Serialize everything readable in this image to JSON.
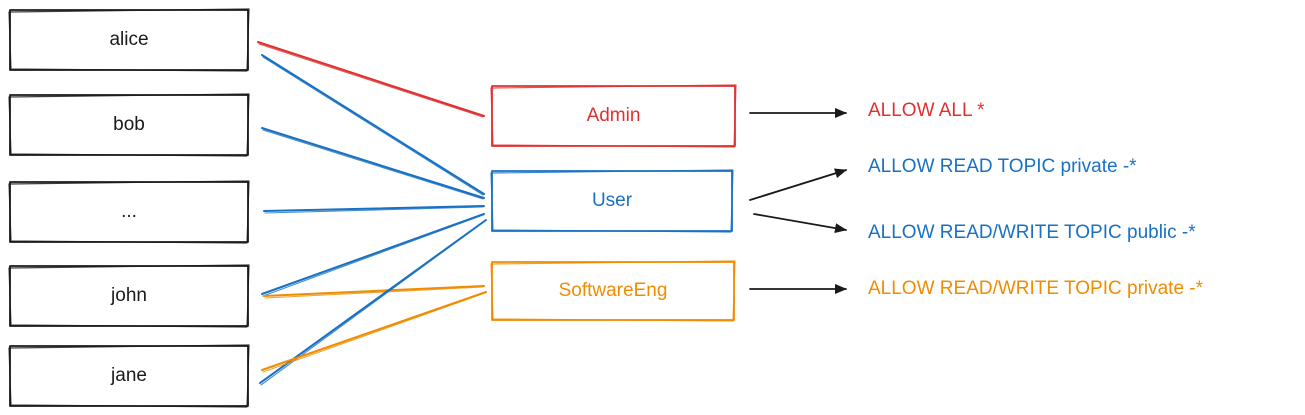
{
  "colors": {
    "user_box": "#1a1a1a",
    "admin": "#e03131",
    "user_group": "#1971c2",
    "software_eng": "#f08c00",
    "arrow": "#1a1a1a"
  },
  "users": [
    {
      "id": "alice",
      "label": "alice"
    },
    {
      "id": "bob",
      "label": "bob"
    },
    {
      "id": "ellipsis",
      "label": "..."
    },
    {
      "id": "john",
      "label": "john"
    },
    {
      "id": "jane",
      "label": "jane"
    }
  ],
  "groups": [
    {
      "id": "admin",
      "label": "Admin",
      "color": "#e03131"
    },
    {
      "id": "user",
      "label": "User",
      "color": "#1971c2"
    },
    {
      "id": "softwareeng",
      "label": "SoftwareEng",
      "color": "#f08c00"
    }
  ],
  "permissions": [
    {
      "id": "allow-all",
      "label": "ALLOW ALL *",
      "color": "#e03131"
    },
    {
      "id": "read-private",
      "label": "ALLOW READ TOPIC private -*",
      "color": "#1971c2"
    },
    {
      "id": "readwrite-public",
      "label": "ALLOW READ/WRITE TOPIC public -*",
      "color": "#1971c2"
    },
    {
      "id": "readwrite-private",
      "label": "ALLOW READ/WRITE TOPIC private -*",
      "color": "#f08c00"
    }
  ],
  "memberships": [
    {
      "user": "alice",
      "group": "admin"
    },
    {
      "user": "alice",
      "group": "user"
    },
    {
      "user": "bob",
      "group": "user"
    },
    {
      "user": "ellipsis",
      "group": "user"
    },
    {
      "user": "john",
      "group": "user"
    },
    {
      "user": "john",
      "group": "softwareeng"
    },
    {
      "user": "jane",
      "group": "user"
    },
    {
      "user": "jane",
      "group": "softwareeng"
    }
  ],
  "grants": [
    {
      "group": "admin",
      "permission": "allow-all"
    },
    {
      "group": "user",
      "permission": "read-private"
    },
    {
      "group": "user",
      "permission": "readwrite-public"
    },
    {
      "group": "softwareeng",
      "permission": "readwrite-private"
    }
  ]
}
